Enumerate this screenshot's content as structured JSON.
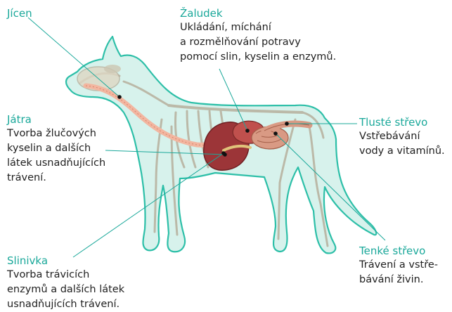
{
  "labels": {
    "jicen": {
      "title": "Jícen"
    },
    "zaludek": {
      "title": "Žaludek",
      "lines": [
        "Ukládání, míchání",
        "a rozmělňování potravy",
        "pomocí slin, kyselin a enzymů."
      ]
    },
    "jatra": {
      "title": "Játra",
      "lines": [
        "Tvorba žlučových",
        "kyselin a dalších",
        "látek usnadňujících",
        "trávení."
      ]
    },
    "tluste": {
      "title": "Tlusté střevo",
      "lines": [
        "Vstřebávání",
        "vody a vitamínů."
      ]
    },
    "tenke": {
      "title": "Tenké střevo",
      "lines": [
        "Trávení a vstře-",
        "bávání živin."
      ]
    },
    "slinivka": {
      "title": "Slinivka",
      "lines": [
        "Tvorba trávicích",
        "enzymů a dalších látek",
        "usnadňujících trávení."
      ]
    }
  },
  "colors": {
    "accent": "#1aa89a",
    "body_fill": "#c9eee6",
    "body_stroke": "#2dbfa8",
    "skeleton": "#b7b09d",
    "esophagus": "#f2b6a0",
    "liver": "#9c3538",
    "stomach": "#c0504d",
    "intestine": "#d99a84"
  }
}
